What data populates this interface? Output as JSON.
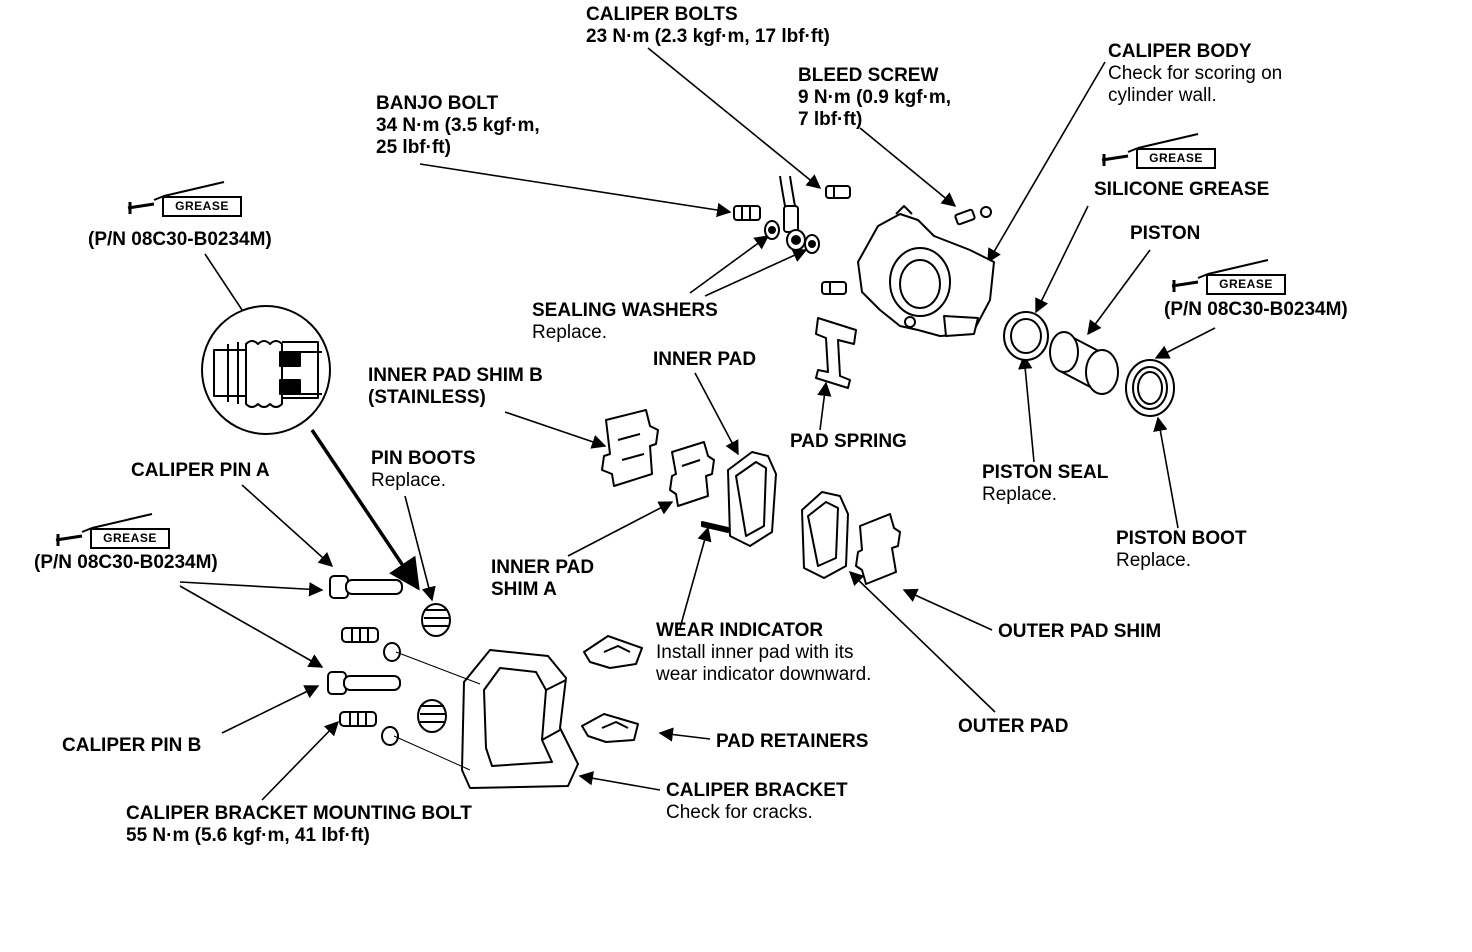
{
  "labels": {
    "caliper_bolts": {
      "title": "CALIPER BOLTS",
      "spec": "23 N·m (2.3 kgf·m, 17 lbf·ft)"
    },
    "caliper_body": {
      "title": "CALIPER BODY",
      "note_1": "Check for scoring on",
      "note_2": "cylinder wall."
    },
    "bleed_screw": {
      "title": "BLEED SCREW",
      "spec_1": "9 N·m (0.9 kgf·m,",
      "spec_2": "7 lbf·ft)"
    },
    "banjo_bolt": {
      "title": "BANJO BOLT",
      "spec_1": "34 N·m (3.5 kgf·m,",
      "spec_2": "25 lbf·ft)"
    },
    "silicone_grease": {
      "title": "SILICONE GREASE"
    },
    "piston": {
      "title": "PISTON"
    },
    "part_number_left": {
      "title": "(P/N 08C30-B0234M)"
    },
    "part_number_right": {
      "title": "(P/N 08C30-B0234M)"
    },
    "part_number_pin": {
      "title": "(P/N 08C30-B0234M)"
    },
    "sealing_washers": {
      "title": "SEALING WASHERS",
      "note": "Replace."
    },
    "inner_pad": {
      "title": "INNER PAD"
    },
    "inner_pad_shim_b": {
      "title": "INNER PAD SHIM B",
      "note": "(STAINLESS)"
    },
    "pad_spring": {
      "title": "PAD SPRING"
    },
    "pin_boots": {
      "title": "PIN BOOTS",
      "note": "Replace."
    },
    "caliper_pin_a": {
      "title": "CALIPER PIN A"
    },
    "piston_seal": {
      "title": "PISTON SEAL",
      "note": "Replace."
    },
    "piston_boot": {
      "title": "PISTON BOOT",
      "note": "Replace."
    },
    "inner_pad_shim_a": {
      "title_1": "INNER PAD",
      "title_2": "SHIM A"
    },
    "wear_indicator": {
      "title": "WEAR INDICATOR",
      "note_1": "Install inner pad with its",
      "note_2": "wear indicator downward."
    },
    "outer_pad_shim": {
      "title": "OUTER PAD SHIM"
    },
    "outer_pad": {
      "title": "OUTER PAD"
    },
    "caliper_pin_b": {
      "title": "CALIPER PIN B"
    },
    "pad_retainers": {
      "title": "PAD RETAINERS"
    },
    "caliper_bracket": {
      "title": "CALIPER BRACKET",
      "note": "Check for cracks."
    },
    "caliper_bracket_mounting_bolt": {
      "title": "CALIPER BRACKET MOUNTING BOLT",
      "spec": "55 N·m (5.6 kgf·m, 41 lbf·ft)"
    }
  },
  "grease_tag": "GREASE"
}
